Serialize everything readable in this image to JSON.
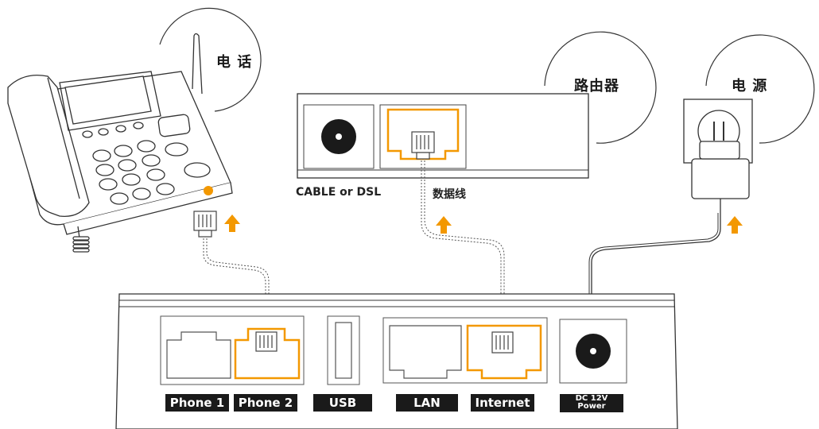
{
  "devices": {
    "phone": {
      "label": "电 话"
    },
    "router": {
      "label": "路由器"
    },
    "power": {
      "label": "电 源"
    }
  },
  "captions": {
    "cable_dsl": "CABLE or DSL",
    "data_line": "数据线"
  },
  "ports": [
    {
      "id": "phone1",
      "label": "Phone 1"
    },
    {
      "id": "phone2",
      "label": "Phone 2"
    },
    {
      "id": "usb",
      "label": "USB"
    },
    {
      "id": "lan",
      "label": "LAN"
    },
    {
      "id": "internet",
      "label": "Internet"
    },
    {
      "id": "dc",
      "label_line1": "DC 12V",
      "label_line2": "Power"
    }
  ],
  "colors": {
    "accent": "#f39800",
    "dark": "#1a1a1a",
    "outline": "#555555"
  }
}
